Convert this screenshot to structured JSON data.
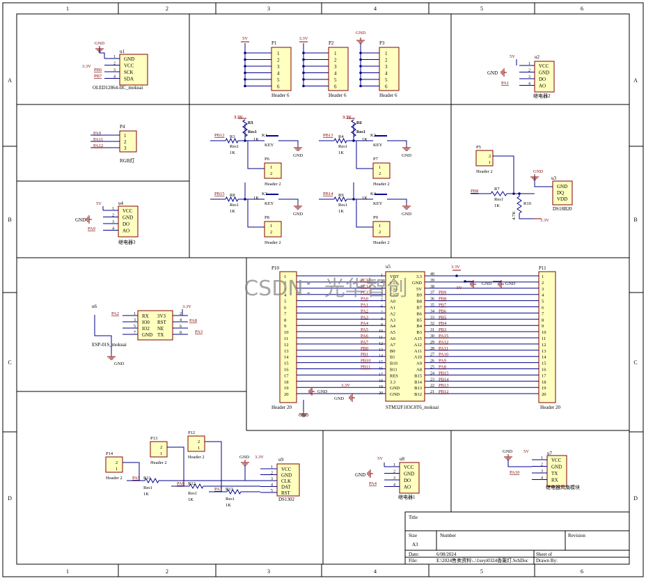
{
  "colors": {
    "wire": "#00008b",
    "power": "#800000",
    "body_fill": "#ffffc0",
    "body_stroke": "#800000",
    "text": "#000000",
    "net": "#800000",
    "frame": "#000000"
  },
  "frame": {
    "cols": [
      "1",
      "2",
      "3",
      "4",
      "5",
      "6"
    ],
    "rows": [
      "A",
      "B",
      "C",
      "D"
    ]
  },
  "watermark": "CSDN：光华智创",
  "title_block": {
    "title_label": "Title",
    "size_label": "Size",
    "size_value": "A3",
    "number_label": "Number",
    "revision_label": "Revision",
    "date_label": "Date:",
    "date_value": "6/08/2024",
    "sheet_label": "Sheet  of",
    "file_label": "File:",
    "file_value": "E:\\2024售卖资料\\..\\1xeyi0324香薰灯.SchDoc",
    "drawn_label": "Drawn By:"
  },
  "components": {
    "u1": {
      "ref": "u1",
      "name": "OLED12864-IIC_mokuai",
      "pins": [
        "GND",
        "VCC",
        "SCK",
        "SDA"
      ],
      "nets": [
        "GND",
        "3.3V",
        "PB6",
        "PB7"
      ]
    },
    "p4": {
      "ref": "P4",
      "name": "RGB灯",
      "pins": [
        "1",
        "2",
        "3"
      ],
      "nets": [
        "PA9",
        "PA11",
        "PA12"
      ]
    },
    "u4": {
      "ref": "u4",
      "name": "继电器3",
      "pins": [
        "VCC",
        "GND",
        "DO",
        "AO"
      ],
      "nets": [
        "5V",
        "GND",
        "PA0"
      ]
    },
    "p1": {
      "ref": "P1",
      "name": "Header 6",
      "net": "5V"
    },
    "p2": {
      "ref": "P2",
      "name": "Header 6",
      "net": "3.3V"
    },
    "p3": {
      "ref": "P3",
      "name": "Header 6",
      "net": "GND"
    },
    "u2": {
      "ref": "u2",
      "name": "继电器2",
      "pins": [
        "VCC",
        "GND",
        "DO",
        "AO"
      ],
      "nets": [
        "5V",
        "GND",
        "PA1"
      ]
    },
    "keys": [
      {
        "r_top": "R1",
        "r_in": "R3",
        "k": "K1",
        "p": "P6",
        "net": "PB12",
        "pull": "3.3V"
      },
      {
        "r_top": "R2",
        "r_in": "R4",
        "k": "K2",
        "p": "P7",
        "net": "PB13",
        "pull": "3.3V"
      },
      {
        "r_top": "R5",
        "r_in": "R8",
        "k": "K3",
        "p": "P8",
        "net": "PB15",
        "pull": "3.3V"
      },
      {
        "r_top": "R6",
        "r_in": "R9",
        "k": "K4",
        "p": "P9",
        "net": "PB14",
        "pull": "3.3V"
      }
    ],
    "key_labels": {
      "res": "Res1",
      "val": "1K",
      "key": "KEY",
      "gnd": "GND",
      "hdr": "Header 2"
    },
    "ds18b20": {
      "ref": "u3",
      "name": "DS18B20",
      "pins": [
        "GND",
        "DQ",
        "VDD"
      ],
      "p": "P5",
      "p_name": "Header 2",
      "r": "R7",
      "r_val": "1K",
      "r10": "R10",
      "r10_val": "4.7K",
      "net": "PB8",
      "pwr": "3.3V",
      "gnd": "GND"
    },
    "esp": {
      "ref": "u6",
      "name": "ESP-01S_mokuai",
      "pins_l": [
        "RX",
        "IO0",
        "IO2",
        "GND"
      ],
      "pins_r": [
        "3V3",
        "RST",
        "NE",
        "TX"
      ],
      "nets": [
        "PA2",
        "3.3V",
        "PA8",
        "PA3",
        "GND"
      ]
    },
    "mcu": {
      "ref": "u5",
      "name": "STM32F103C8T6_mokuai",
      "p10": "P10",
      "p11": "P11",
      "hdr": "Header 20",
      "left_pins": [
        "VBT",
        "C13",
        "C14",
        "C15",
        "A0",
        "A1",
        "A2",
        "A3",
        "A4",
        "A5",
        "A6",
        "A7",
        "B0",
        "B1",
        "B10",
        "B11",
        "RES",
        "3.3",
        "GND",
        "GND"
      ],
      "left_nums": [
        "1",
        "2",
        "3",
        "4",
        "5",
        "6",
        "7",
        "8",
        "9",
        "10",
        "11",
        "12",
        "13",
        "14",
        "15",
        "16",
        "17",
        "18",
        "19",
        "20"
      ],
      "left_nets": [
        "",
        "PC13",
        "PC14",
        "PC15",
        "PA0",
        "PA1",
        "PA2",
        "PA3",
        "PA4",
        "PA5",
        "PA6",
        "PA7",
        "PB0",
        "PB1",
        "PB10",
        "PB11",
        "",
        "3.3V",
        "GND",
        ""
      ],
      "right_pins": [
        "3.3",
        "GND",
        "5V",
        "B9",
        "B8",
        "B7",
        "B6",
        "B5",
        "B4",
        "B3",
        "A15",
        "A12",
        "A11",
        "A10",
        "A9",
        "A8",
        "B15",
        "B14",
        "B13",
        "B12"
      ],
      "right_nums": [
        "40",
        "39",
        "38",
        "37",
        "36",
        "35",
        "34",
        "33",
        "32",
        "31",
        "30",
        "29",
        "28",
        "27",
        "26",
        "25",
        "24",
        "23",
        "22",
        "21"
      ],
      "right_nets": [
        "3.3V",
        "GND",
        "5V",
        "PB9",
        "PB8",
        "PB7",
        "PB6",
        "PB5",
        "PB4",
        "PB3",
        "PA15",
        "PA12",
        "PA11",
        "PA10",
        "PA9",
        "PA8",
        "PB15",
        "PB14",
        "PB13",
        "PB12"
      ]
    },
    "ds1302": {
      "ref": "u9",
      "name": "DS1302",
      "pins": [
        "VCC",
        "GND",
        "CLK",
        "DAT",
        "RST"
      ],
      "nets": [
        "GND",
        "3.3V"
      ]
    },
    "ds_hdrs": [
      {
        "p": "P14",
        "r": "R11",
        "net": "PA5"
      },
      {
        "p": "P13",
        "r": "R12",
        "net": "PA6"
      },
      {
        "p": "P12",
        "r": "R13",
        "net": "PA7"
      }
    ],
    "u8": {
      "ref": "u8",
      "name": "继电器1",
      "pins": [
        "VCC",
        "GND",
        "DO",
        "AO"
      ],
      "nets": [
        "5V",
        "GND",
        "PA4"
      ]
    },
    "u7": {
      "ref": "u7",
      "name": "继电器风扇模块",
      "pins": [
        "VCC",
        "GND",
        "TX",
        "RX"
      ],
      "nets": [
        "GND",
        "5V",
        "PA10"
      ]
    }
  }
}
